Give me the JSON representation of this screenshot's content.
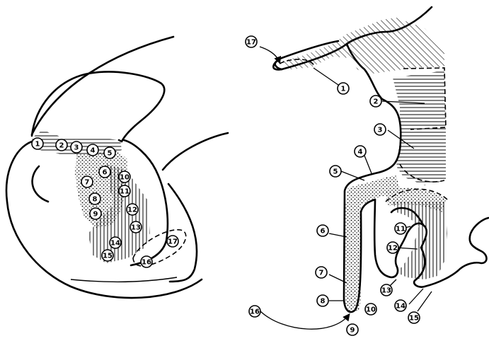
{
  "left_labels": [
    "1",
    "2",
    "3",
    "4",
    "5",
    "6",
    "7",
    "8",
    "9",
    "10",
    "11",
    "12",
    "13",
    "14",
    "15",
    "16",
    "17"
  ],
  "right_labels": [
    "17",
    "1",
    "2",
    "3",
    "4",
    "5",
    "6",
    "7",
    "8",
    "9",
    "10",
    "11",
    "12",
    "13",
    "14",
    "15",
    "16"
  ]
}
